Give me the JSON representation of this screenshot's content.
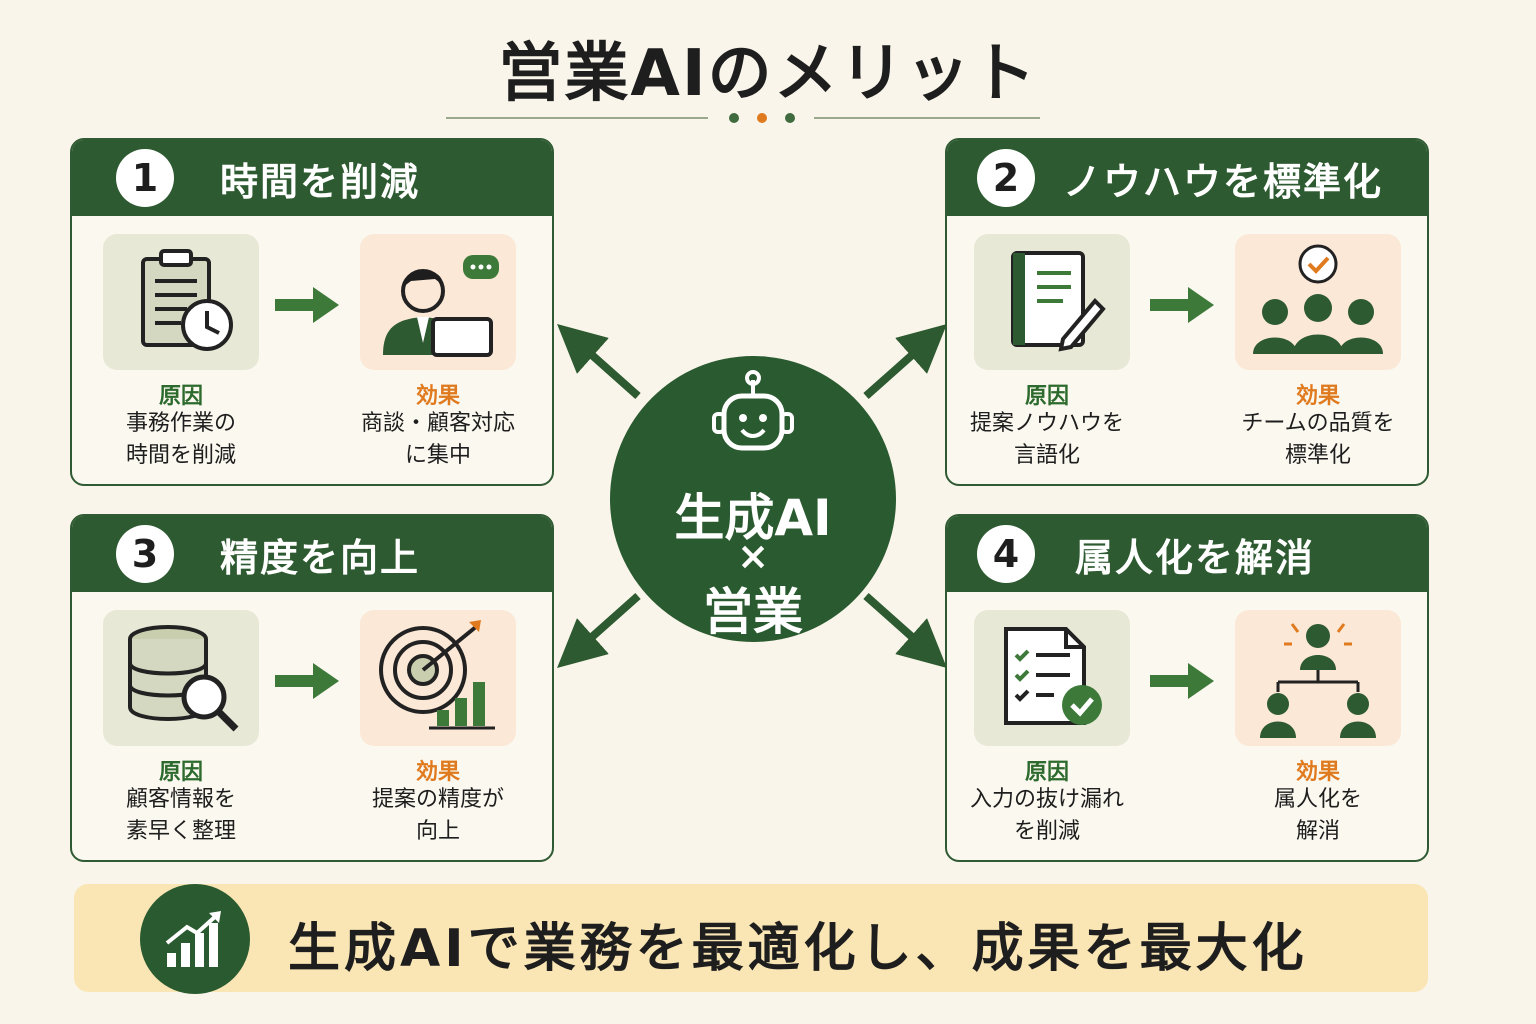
{
  "title": "営業AIのメリット",
  "colors": {
    "primary_green": "#2d5a30",
    "accent_orange": "#e07a1f",
    "background": "#f9f5ea",
    "banner": "#fae6b4"
  },
  "hub": {
    "line1": "生成AI",
    "cross": "×",
    "line3": "営業",
    "icon": "robot-icon"
  },
  "cards": [
    {
      "number": "1",
      "title": "時間を削減",
      "cause_label": "原因",
      "cause_lines": [
        "事務作業の",
        "時間を削減"
      ],
      "cause_icon": "clipboard-clock-icon",
      "effect_label": "効果",
      "effect_lines": [
        "商談・顧客対応",
        "に集中"
      ],
      "effect_icon": "salesperson-laptop-icon"
    },
    {
      "number": "2",
      "title": "ノウハウを標準化",
      "cause_label": "原因",
      "cause_lines": [
        "提案ノウハウを",
        "言語化"
      ],
      "cause_icon": "book-pencil-icon",
      "effect_label": "効果",
      "effect_lines": [
        "チームの品質を",
        "標準化"
      ],
      "effect_icon": "team-check-icon"
    },
    {
      "number": "3",
      "title": "精度を向上",
      "cause_label": "原因",
      "cause_lines": [
        "顧客情報を",
        "素早く整理"
      ],
      "cause_icon": "database-search-icon",
      "effect_label": "効果",
      "effect_lines": [
        "提案の精度が",
        "向上"
      ],
      "effect_icon": "target-chart-icon"
    },
    {
      "number": "4",
      "title": "属人化を解消",
      "cause_label": "原因",
      "cause_lines": [
        "入力の抜け漏れ",
        "を削減"
      ],
      "cause_icon": "checklist-document-icon",
      "effect_label": "効果",
      "effect_lines": [
        "属人化を",
        "解消"
      ],
      "effect_icon": "org-chart-icon"
    }
  ],
  "banner": {
    "text": "生成AIで業務を最適化し、成果を最大化",
    "icon": "growth-chart-icon"
  }
}
